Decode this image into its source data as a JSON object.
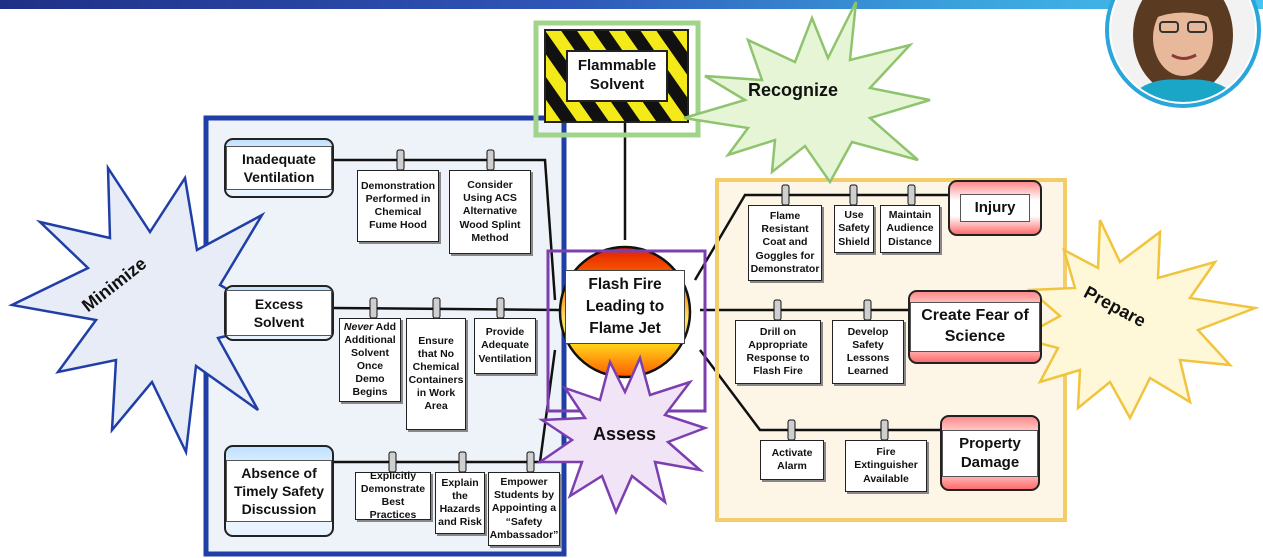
{
  "hazard": {
    "label": "Flammable Solvent"
  },
  "top_event": {
    "label": "Flash Fire Leading to Flame Jet"
  },
  "threats": [
    {
      "label": "Inadequate Ventilation",
      "barriers": [
        "Demonstration Performed in Chemical Fume Hood",
        "Consider Using ACS Alternative Wood Splint Method"
      ]
    },
    {
      "label": "Excess Solvent",
      "barriers": [
        "Never Add Additional Solvent Once Demo Begins",
        "Ensure that No Chemical Containers in Work Area",
        "Provide Adequate Ventilation"
      ],
      "emphasis": "Never"
    },
    {
      "label": "Absence of Timely Safety Discussion",
      "barriers": [
        "Explicitly Demonstrate Best Practices",
        "Explain the Hazards and Risk",
        "Empower Students by Appointing a “Safety Ambassador”"
      ]
    }
  ],
  "consequences": [
    {
      "label": "Injury",
      "barriers": [
        "Flame Resistant Coat and Goggles for Demonstrator",
        "Use Safety Shield",
        "Maintain Audience Distance"
      ]
    },
    {
      "label": "Create Fear of Science",
      "barriers": [
        "Drill on Appropriate Response to Flash Fire",
        "Develop Safety Lessons Learned"
      ]
    },
    {
      "label": "Property Damage",
      "barriers": [
        "Activate Alarm",
        "Fire Extinguisher Available"
      ]
    }
  ],
  "stars": {
    "minimize": "Minimize",
    "recognize": "Recognize",
    "assess": "Assess",
    "prepare": "Prepare"
  },
  "colors": {
    "minimize_frame": "#1f3fa6",
    "recognize_frame": "#9fd48a",
    "assess_frame": "#7b3fb0",
    "prepare_frame": "#f2cd6a",
    "minimize_star_fill": "#e8ecf6",
    "minimize_star_stroke": "#1f3fa6",
    "recognize_star_fill": "#e6f5d6",
    "recognize_star_stroke": "#8fc46e",
    "assess_star_fill": "#f1e4f6",
    "assess_star_stroke": "#7b3fb0",
    "prepare_star_fill": "#fff8d8",
    "prepare_star_stroke": "#f0c43c"
  },
  "avatar": "presenter-photo"
}
